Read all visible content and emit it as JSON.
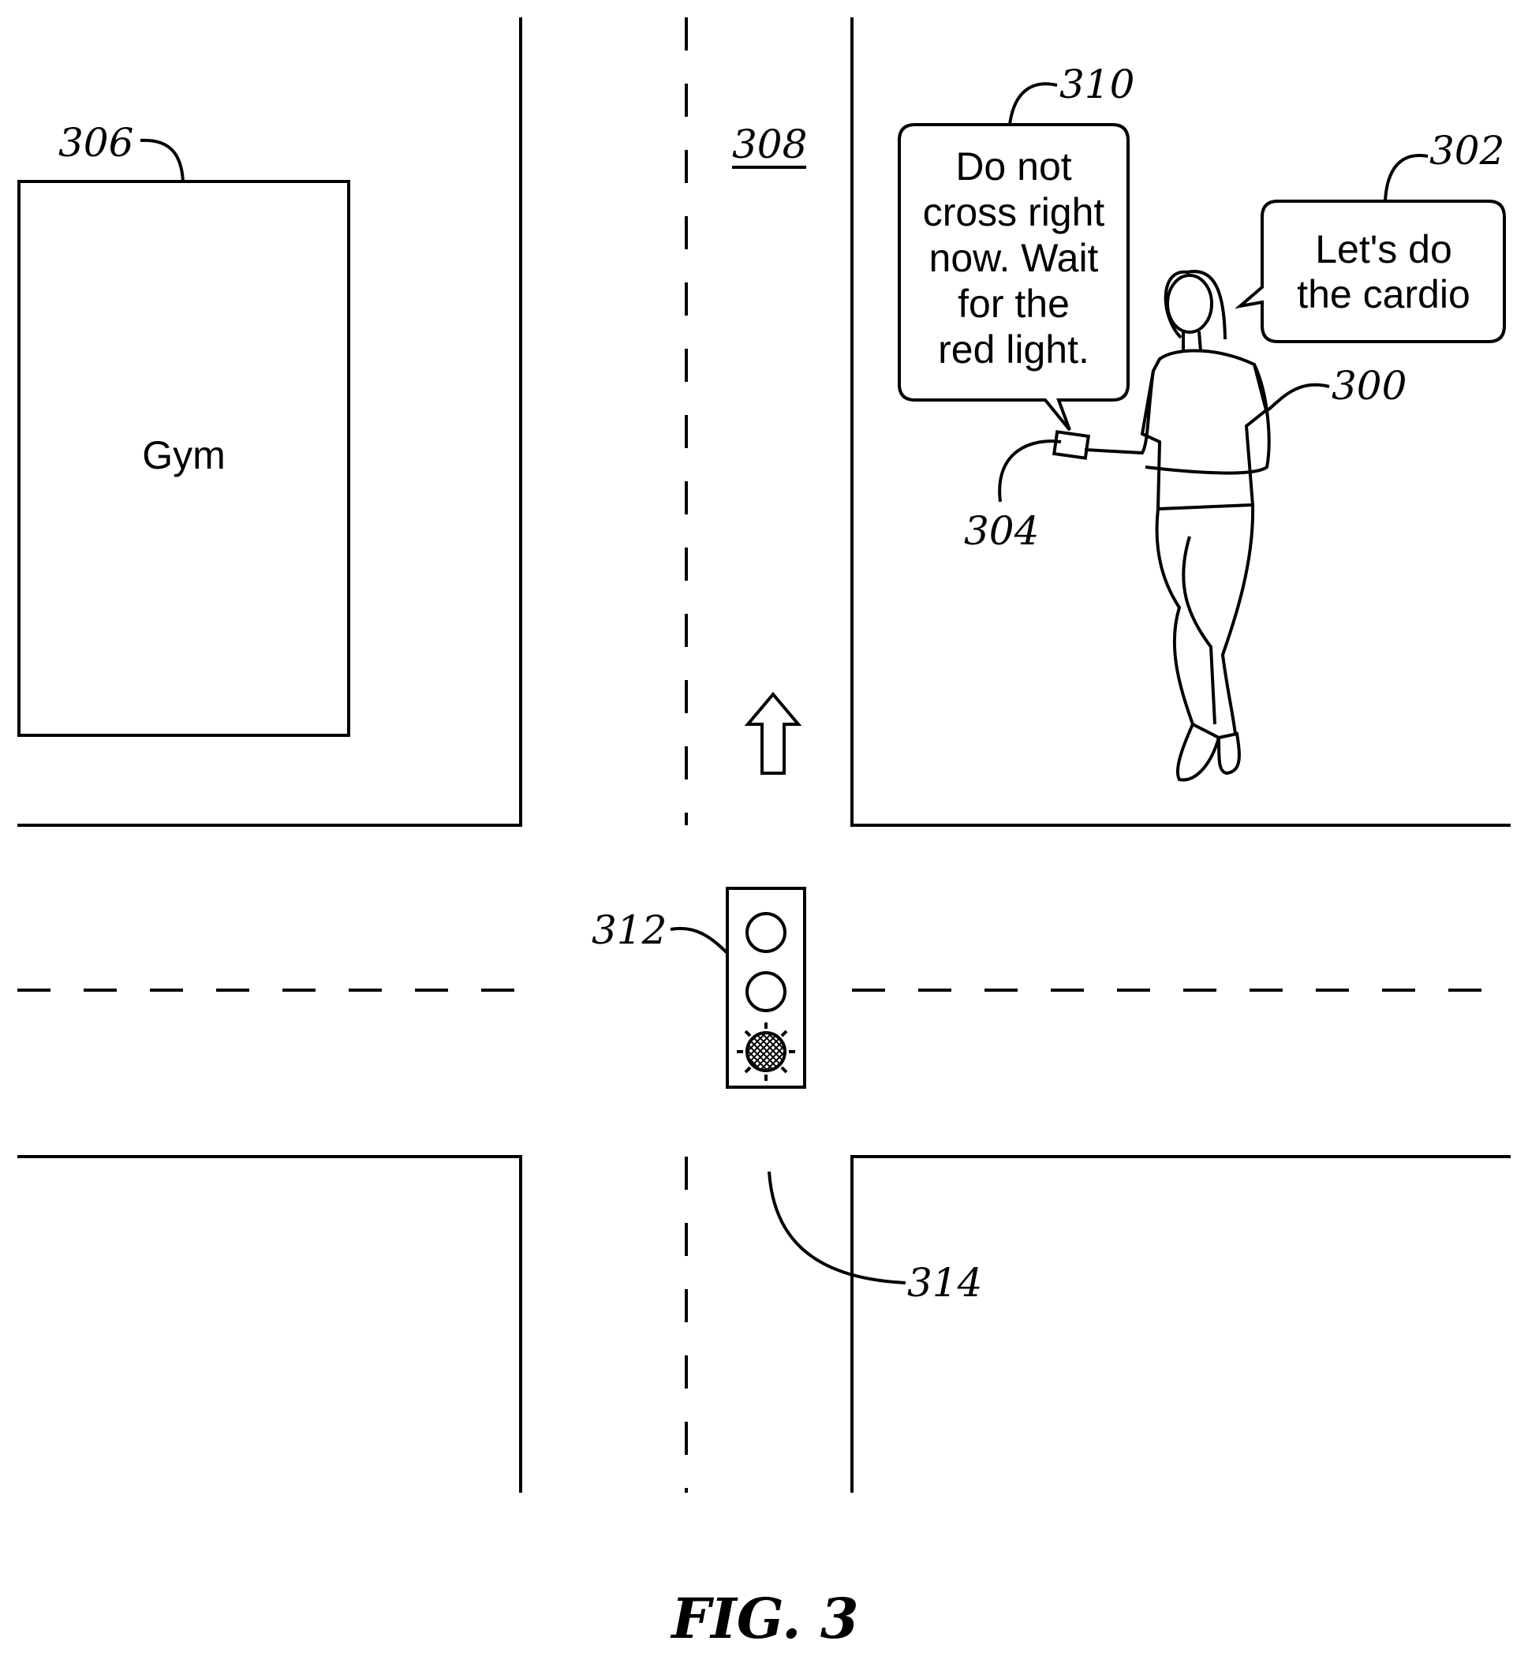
{
  "labels": {
    "gym": "Gym",
    "ref_gym": "306",
    "ref_street": "308",
    "ref_bubble_phone": "310",
    "ref_bubble_person": "302",
    "ref_person": "300",
    "ref_phone": "304",
    "ref_traffic_light": "312",
    "ref_crosswalk": "314"
  },
  "bubble_phone": {
    "lines": [
      "Do not",
      "cross right",
      "now. Wait",
      "for the",
      "red light."
    ]
  },
  "bubble_person": {
    "lines": [
      "Let's do",
      "the cardio"
    ]
  },
  "figure_caption": "FIG. 3"
}
